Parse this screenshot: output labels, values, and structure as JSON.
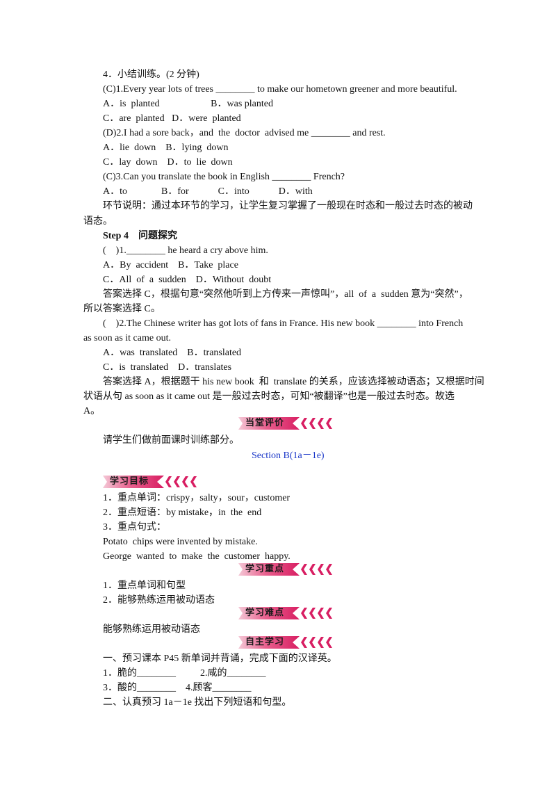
{
  "lines": {
    "l1": "4．小结训练。(2 分钟)",
    "l2": "(C)1.Every year lots of trees ________ to make our hometown greener and more beautiful.",
    "l3": "A．is  planted                     B．was planted",
    "l4": "C．are  planted   D．were  planted",
    "l5": "(D)2.I had a sore back，and  the  doctor  advised me ________ and rest.",
    "l6": "A．lie  down    B．lying  down",
    "l7": "C．lay  down    D．to  lie  down",
    "l8": "(C)3.Can you translate the book in English ________ French?",
    "l9": "A．to              B．for            C．into            D．with",
    "l10": "环节说明：通过本环节的学习，让学生复习掌握了一般现在时态和一般过去时态的被动",
    "l11": "语态。",
    "l12": "Step 4    问题探究",
    "l13": "(    )1.________ he heard a cry above him.",
    "l14": "A．By  accident    B．Take  place",
    "l15": "C．All  of  a  sudden    D．Without  doubt",
    "l16": "答案选择 C，根据句意“突然他听到上方传来一声惊叫”，all  of  a  sudden 意为“突然”，",
    "l17": "所以答案选择 C。",
    "l18": "(    )2.The Chinese writer has got lots of fans in France. His new book ________ into French",
    "l19": "as soon as it came out.",
    "l20": "A．was  translated    B．translated",
    "l21": "C．is  translated    D．translates",
    "l22": "答案选择 A，根据题干 his new book  和  translate 的关系，应该选择被动语态；又根据时间",
    "l23": "状语从句 as soon as it came out 是一般过去时态，可知“被翻译”也是一般过去时态。故选",
    "l24": "A。",
    "l25": "请学生们做前面课时训练部分。",
    "l26": "Section B(1a－1e)",
    "l27": "1．重点单词：crispy，salty，sour，customer",
    "l28": "2．重点短语：by mistake，in  the  end",
    "l29": "3．重点句式：",
    "l30": "Potato  chips were invented by mistake.",
    "l31": "George  wanted  to  make  the  customer  happy.",
    "l32": "1．重点单词和句型",
    "l33": "2．能够熟练运用被动语态",
    "l34": "能够熟练运用被动语态",
    "l35": "一、预习课本 P45 新单词并背诵，完成下面的汉译英。",
    "l36": "1．脆的________          2.咸的________",
    "l37": "3．酸的________    4.顾客________",
    "l38": "二、认真预习 1a－1e 找出下列短语和句型。"
  },
  "ribbons": {
    "evaluation": "当堂评价",
    "objectives": "学习目标",
    "key_points": "学习重点",
    "difficulties": "学习难点",
    "self_study": "自主学习"
  },
  "colors": {
    "ribbon_accent": "#d81e62",
    "section_title": "#1a37c8"
  }
}
